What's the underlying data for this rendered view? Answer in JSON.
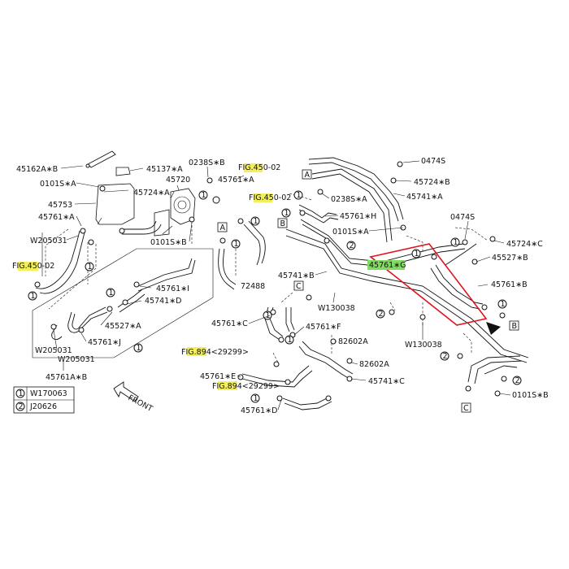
{
  "labels": {
    "p45162a_b": "45162A∗B",
    "p45137_a": "45137∗A",
    "p0238s_b": "0238S∗B",
    "fig450_02_a": "FIG.450-02",
    "p0101s_a_left": "0101S∗A",
    "p45720": "45720",
    "p45761_a_top": "45761∗A",
    "p45724_a": "45724∗A",
    "p45753": "45753",
    "fig450_02_b": "FIG.450-02",
    "p45761_a_left": "45761∗A",
    "p0101s_b": "0101S∗B",
    "p_w205031_a": "W205031",
    "fig450_02_c": "FIG.450-02",
    "p45761_i": "45761∗I",
    "p72488": "72488",
    "p45741_d": "45741∗D",
    "p45527_a": "45527∗A",
    "p45761_j": "45761∗J",
    "p_w205031_b": "W205031",
    "p_w205031_c": "W205031",
    "p45761a_b": "45761A∗B",
    "p0474s_a": "0474S",
    "p45724_b": "45724∗B",
    "p45741_a": "45741∗A",
    "p0238s_a": "0238S∗A",
    "p45761_h": "45761∗H",
    "p0101s_a_mid": "0101S∗A",
    "p0474s_b": "0474S",
    "p45724_c": "45724∗C",
    "p45527_b": "45527∗B",
    "p45761_g": "45761∗G",
    "p45741_b": "45741∗B",
    "p45761_b": "45761∗B",
    "p_w130038_a": "W130038",
    "p_w130038_b": "W130038",
    "p45761_c": "45761∗C",
    "p45761_f": "45761∗F",
    "p82602a_a": "82602A",
    "fig894_a": "FIG.894<29299>",
    "p82602a_b": "82602A",
    "p45761_e": "45761∗E",
    "p45741_c": "45741∗C",
    "fig894_b": "FIG.894<29299>",
    "p0101s_b_right": "0101S∗B",
    "p45761_d": "45761∗D",
    "front": "FRONT"
  },
  "refs": {
    "A": "A",
    "B": "B",
    "C": "C",
    "one": "1",
    "two": "2"
  },
  "legend": {
    "row1_key": "1",
    "row1_val": "W170063",
    "row2_key": "2",
    "row2_val": "J20626"
  },
  "colors": {
    "highlight_fig": "#f2ef5a",
    "highlight_part": "#7fdc5e",
    "selection_box": "#e0141e"
  }
}
